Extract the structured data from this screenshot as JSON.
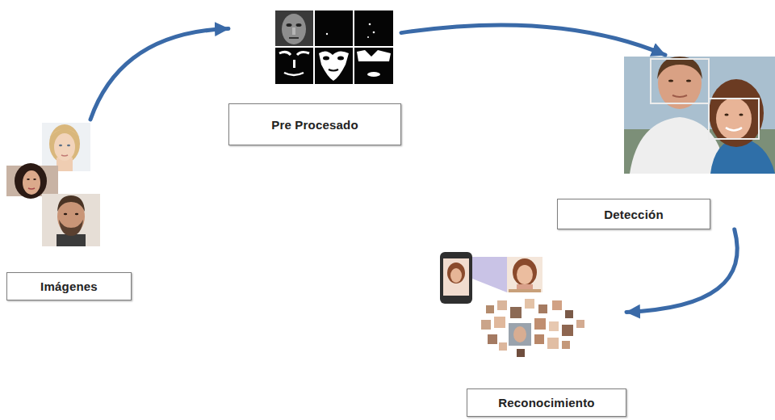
{
  "diagram": {
    "nodes": [
      {
        "text": [
          "Imágenes"
        ]
      },
      {
        "text": [
          "Pre Procesado"
        ]
      },
      {
        "text": [
          "Detección"
        ]
      },
      {
        "text": [
          "Reconocimiento"
        ]
      }
    ],
    "edges": [
      {
        "from": 0,
        "to": 1,
        "arrow": "to"
      },
      {
        "from": 1,
        "to": 2,
        "arrow": "to"
      },
      {
        "from": 2,
        "to": 3,
        "arrow": "to"
      }
    ]
  }
}
